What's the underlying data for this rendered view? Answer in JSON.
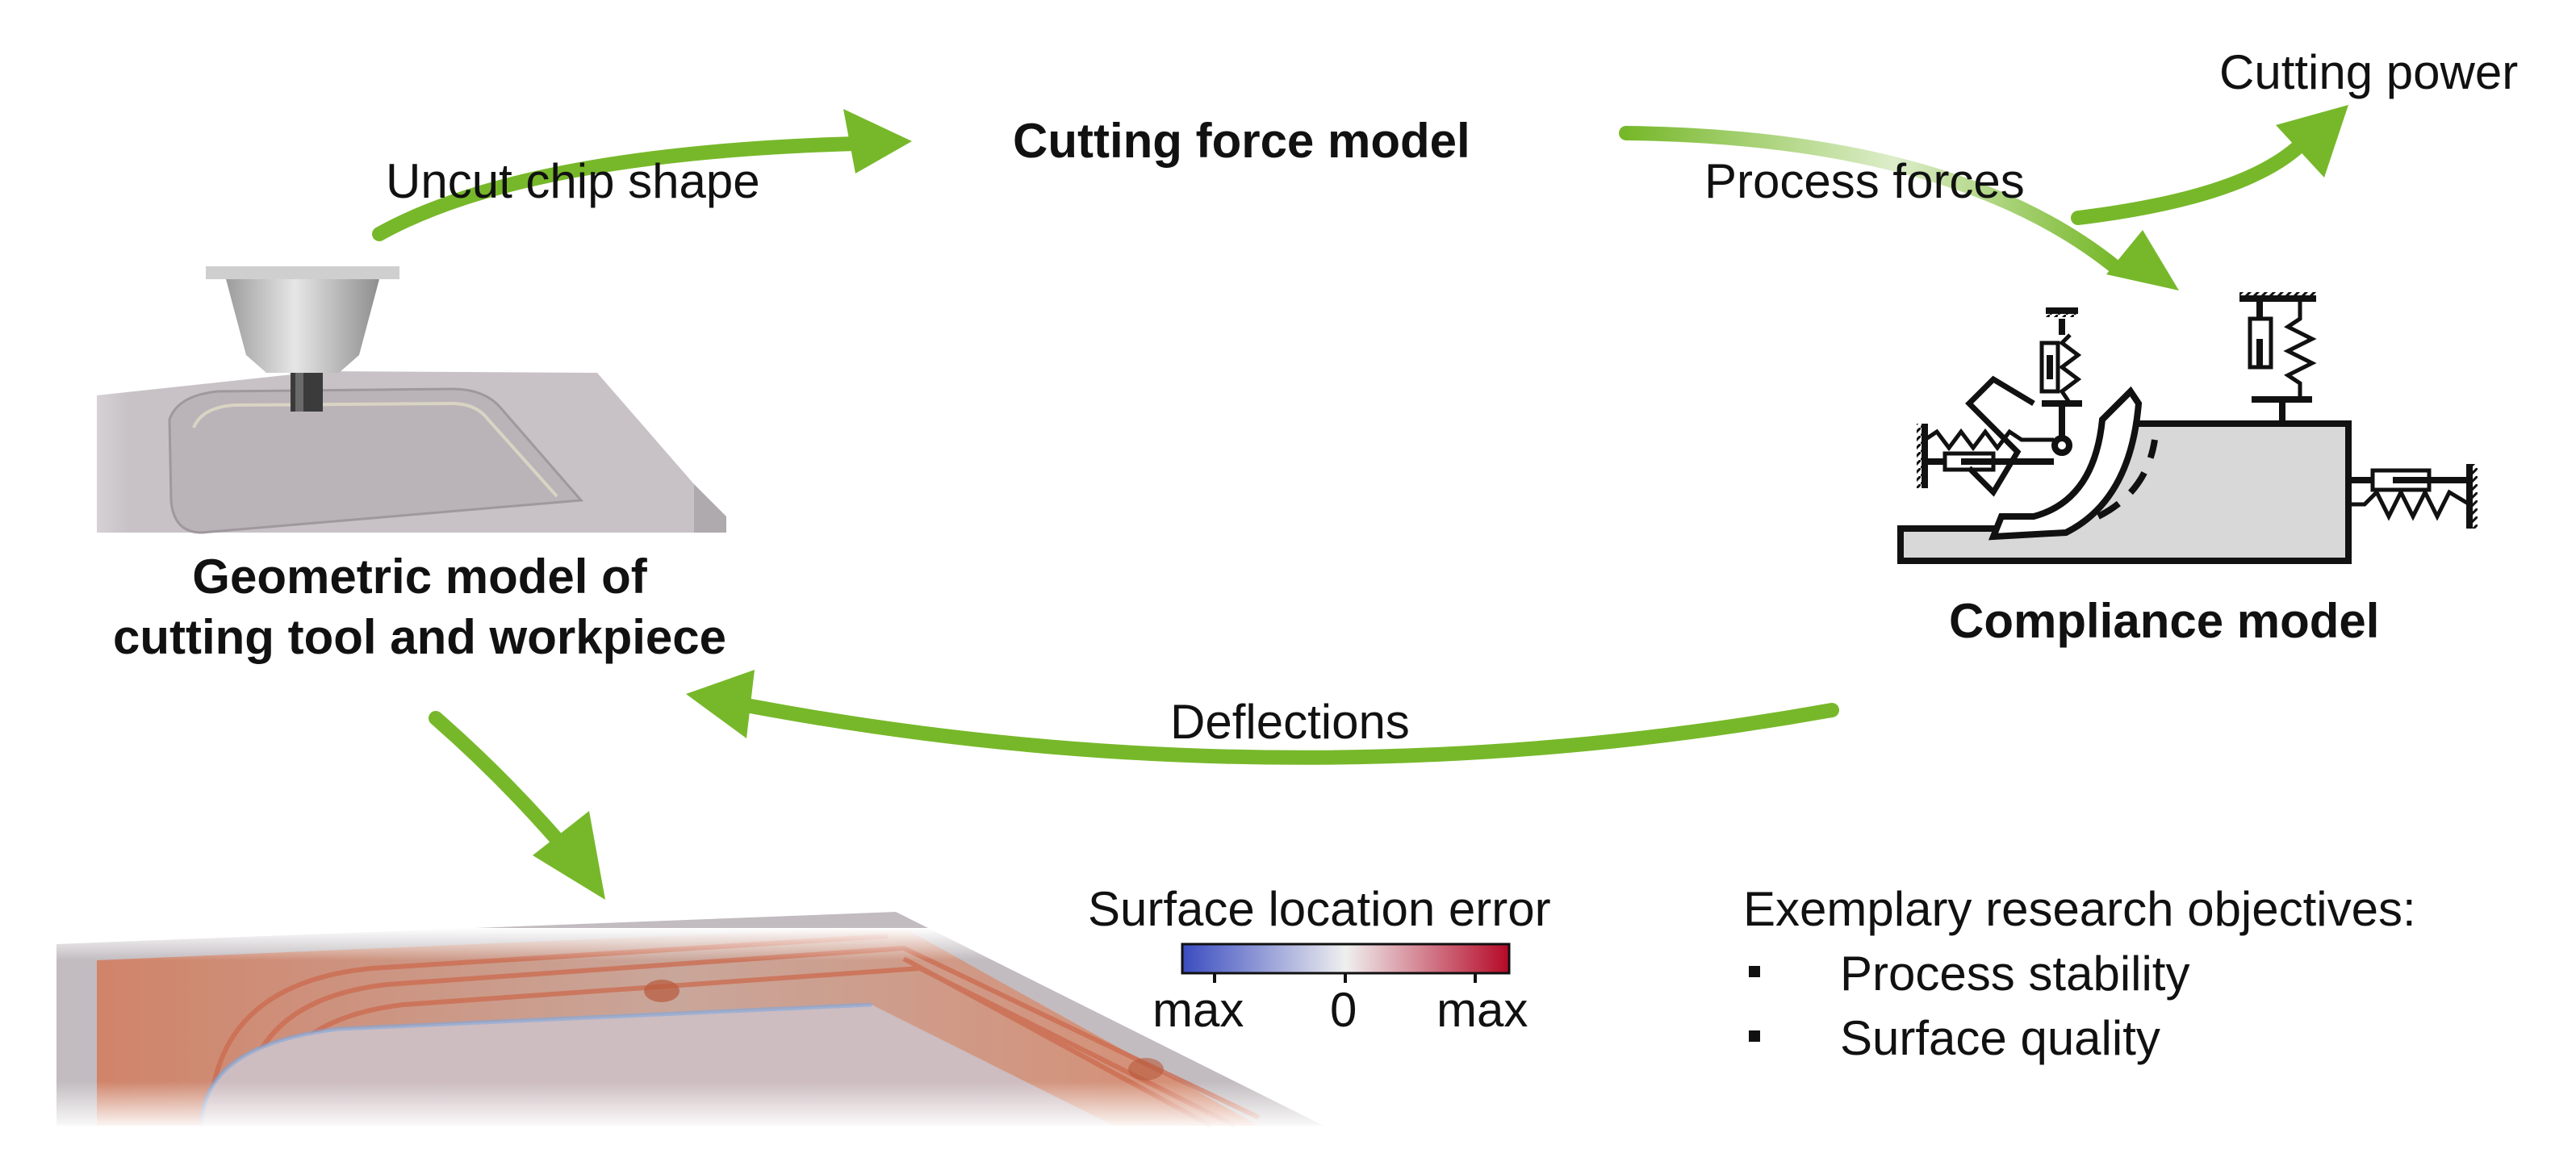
{
  "labels": {
    "cutting_force_model": "Cutting force model",
    "uncut_chip_shape": "Uncut chip shape",
    "process_forces": "Process forces",
    "cutting_power": "Cutting power",
    "geometric_model_line1": "Geometric model of",
    "geometric_model_line2": "cutting tool and workpiece",
    "compliance_model": "Compliance model",
    "deflections": "Deflections"
  },
  "colorbar": {
    "title": "Surface location error",
    "tick_left": "max",
    "tick_mid": "0",
    "tick_right": "max",
    "colors": [
      "#3a4cc0",
      "#f2f0ef",
      "#b50927"
    ]
  },
  "objectives": {
    "heading": "Exemplary research objectives:",
    "items": [
      "Process stability",
      "Surface quality"
    ]
  },
  "accent_color": "#77b82a"
}
